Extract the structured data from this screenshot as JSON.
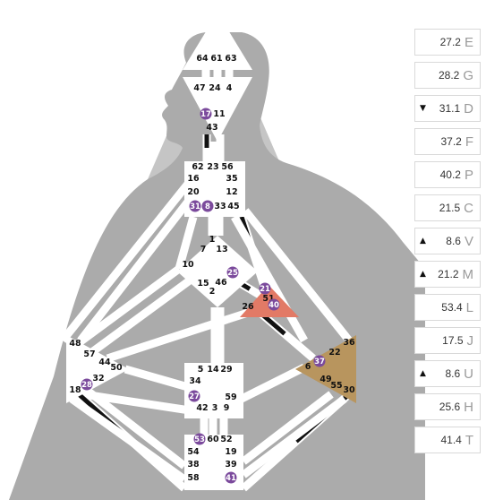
{
  "gate_numbers": {
    "head": [
      "64",
      "61",
      "63"
    ],
    "ajna": [
      "47",
      "24",
      "4",
      "17",
      "43",
      "11"
    ],
    "throat": [
      "62",
      "23",
      "56",
      "16",
      "35",
      "20",
      "12",
      "31",
      "8",
      "33",
      "45"
    ],
    "g_center": [
      "1",
      "13",
      "7",
      "10",
      "25",
      "15",
      "46",
      "2"
    ],
    "ego": [
      "21",
      "51",
      "26",
      "40"
    ],
    "solar_plexus": [
      "36",
      "22",
      "37",
      "6",
      "49",
      "55",
      "30"
    ],
    "spleen": [
      "48",
      "57",
      "44",
      "50",
      "32",
      "28",
      "18"
    ],
    "sacral": [
      "5",
      "14",
      "29",
      "34",
      "27",
      "59",
      "42",
      "3",
      "9"
    ],
    "root": [
      "53",
      "60",
      "52",
      "54",
      "19",
      "38",
      "39",
      "58",
      "41"
    ]
  },
  "active_gates": [
    "17",
    "31",
    "8",
    "25",
    "21",
    "40",
    "37",
    "28",
    "27",
    "53",
    "41"
  ],
  "colors": {
    "active_marker": "#7b4a9c",
    "ego_center": "#e27a66",
    "solar_plexus_center": "#b8955e",
    "defined_channel": "#111111",
    "silhouette": "#a9a9a9",
    "background_triangle": "#c5c5c5"
  },
  "values_panel": [
    {
      "arrow": "",
      "value": "27.2",
      "letter": "E"
    },
    {
      "arrow": "",
      "value": "28.2",
      "letter": "G"
    },
    {
      "arrow": "▼",
      "value": "31.1",
      "letter": "D"
    },
    {
      "arrow": "",
      "value": "37.2",
      "letter": "F"
    },
    {
      "arrow": "",
      "value": "40.2",
      "letter": "P"
    },
    {
      "arrow": "",
      "value": "21.5",
      "letter": "C"
    },
    {
      "arrow": "▲",
      "value": "8.6",
      "letter": "V"
    },
    {
      "arrow": "▲",
      "value": "21.2",
      "letter": "M"
    },
    {
      "arrow": "",
      "value": "53.4",
      "letter": "L"
    },
    {
      "arrow": "",
      "value": "17.5",
      "letter": "J"
    },
    {
      "arrow": "▲",
      "value": "8.6",
      "letter": "U"
    },
    {
      "arrow": "",
      "value": "25.6",
      "letter": "H"
    },
    {
      "arrow": "",
      "value": "41.4",
      "letter": "T"
    }
  ]
}
